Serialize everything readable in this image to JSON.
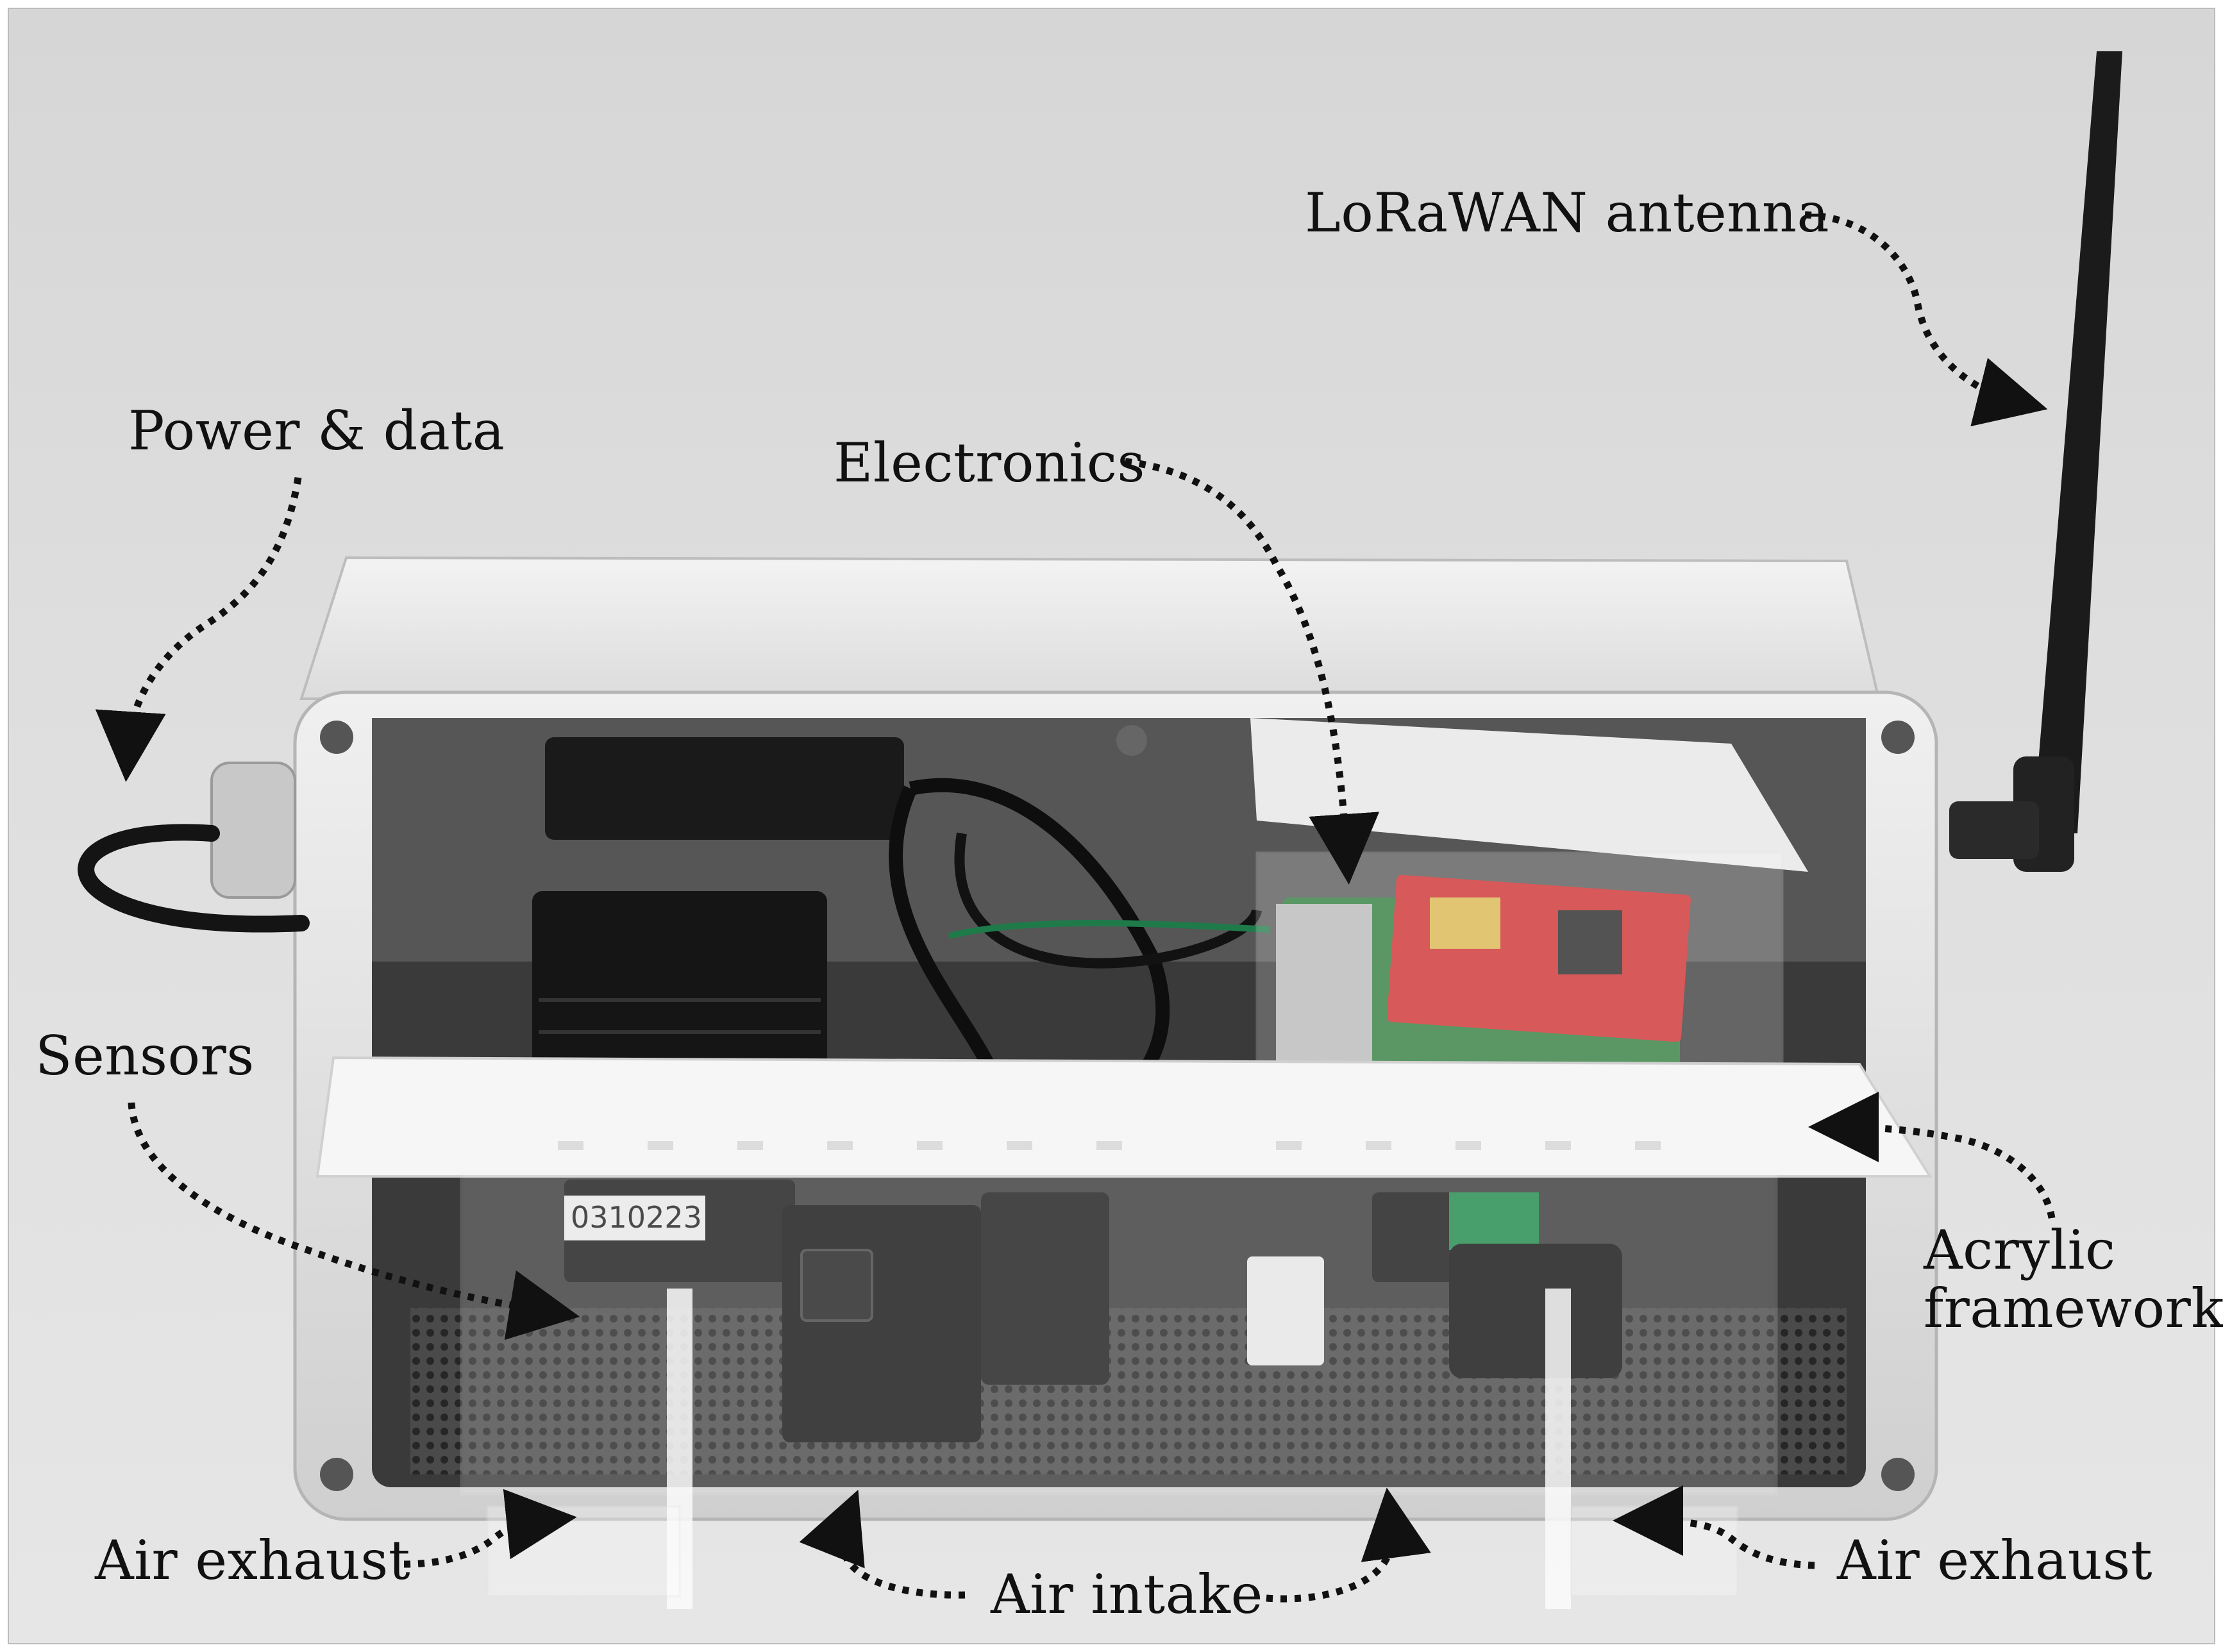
{
  "labels": {
    "lorawan_antenna": "LoRaWAN antenna",
    "power_data": "Power & data",
    "electronics": "Electronics",
    "sensors": "Sensors",
    "acrylic_framework_line1": "Acrylic",
    "acrylic_framework_line2": "framework",
    "air_exhaust_left": "Air exhaust",
    "air_intake": "Air intake",
    "air_exhaust_right": "Air exhaust"
  },
  "printed_marks": {
    "sensor_serial": "0310223"
  }
}
